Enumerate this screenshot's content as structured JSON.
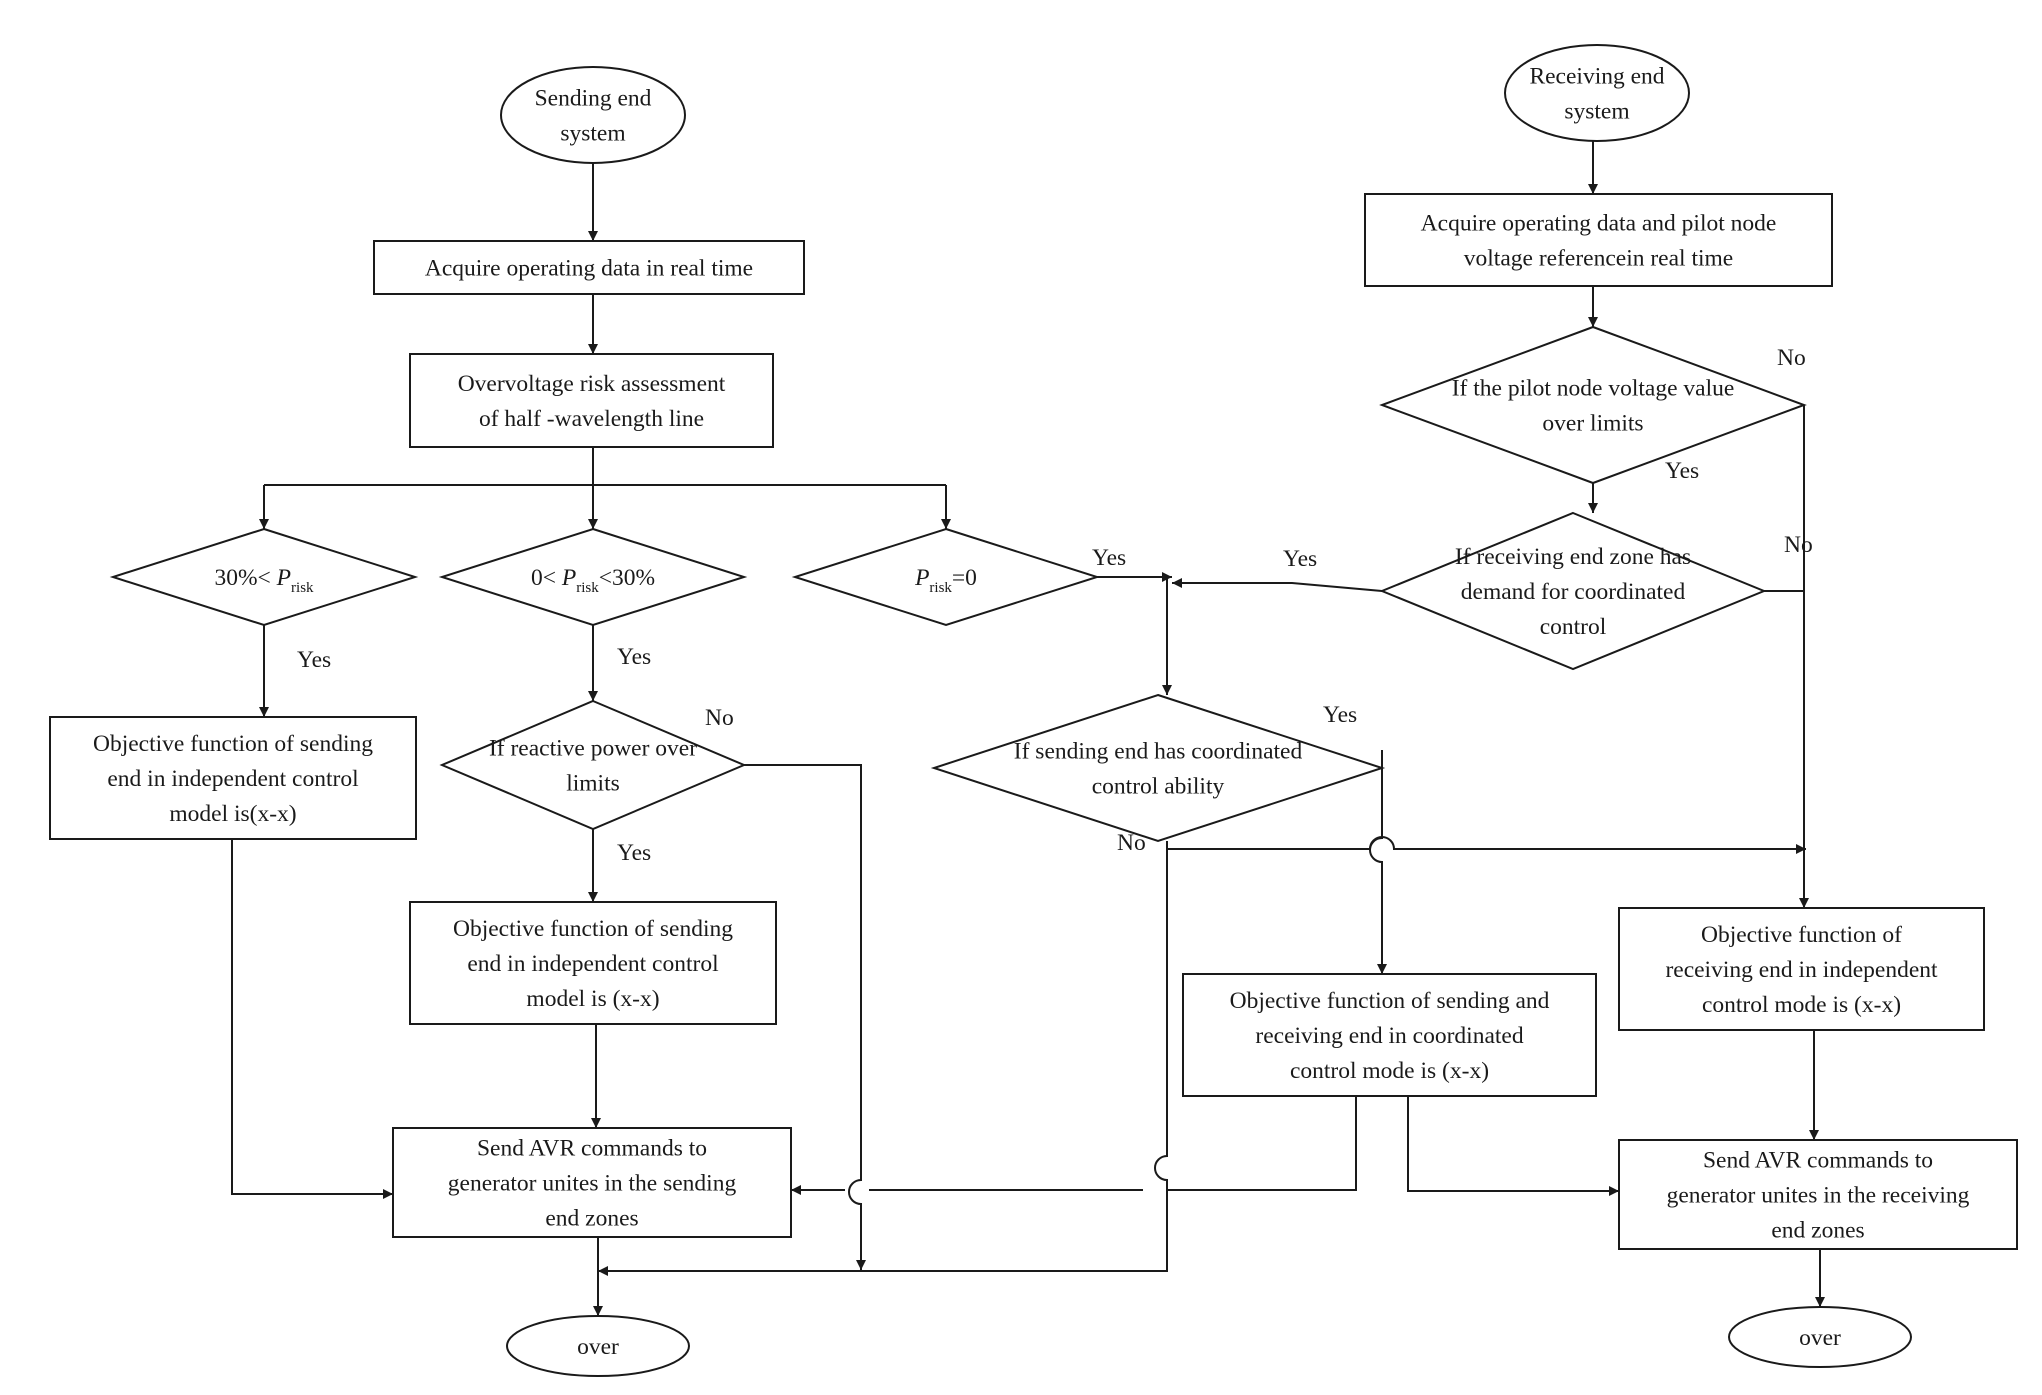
{
  "nodes": {
    "sending_start": [
      "Sending end",
      "system"
    ],
    "acquire_sending": [
      "Acquire operating data in real time"
    ],
    "overvoltage": [
      "Overvoltage risk assessment",
      "of half -wavelength line"
    ],
    "cond_high": {
      "pre": "30%< ",
      "var": "P",
      "sub": "risk",
      "post": ""
    },
    "cond_mid": {
      "pre": "0< ",
      "var": "P",
      "sub": "risk",
      "post": "<30%"
    },
    "cond_zero": {
      "pre": "",
      "var": "P",
      "sub": "risk",
      "post": "=0"
    },
    "obj_send_a": [
      "Objective function of sending",
      "end in independent control",
      "model is(x-x)"
    ],
    "reactive": [
      "If reactive power over",
      "limits"
    ],
    "obj_send_b": [
      "Objective function of sending",
      "end in independent control",
      "model is  (x-x)"
    ],
    "avr_send": [
      "Send  AVR commands to",
      "generator unites in the sending",
      "end zones"
    ],
    "over_send": [
      "over"
    ],
    "receiving_start": [
      "Receiving end",
      "system"
    ],
    "acquire_receiving": [
      "Acquire operating data and pilot node",
      "voltage referencein real time"
    ],
    "pilot": [
      "If the pilot node voltage value",
      "over limits"
    ],
    "demand": [
      "If receiving end zone has",
      "demand for coordinated",
      "control"
    ],
    "coord_ability": [
      "If sending end has coordinated",
      "control ability"
    ],
    "obj_coord": [
      "Objective function  of sending and",
      "receiving end in coordinated",
      "control mode is    (x-x)"
    ],
    "obj_recv": [
      "Objective function of",
      "receiving end in independent",
      "control mode is (x-x)"
    ],
    "avr_recv": [
      "Send  AVR commands to",
      "generator unites  in the  receiving",
      "end zones"
    ],
    "over_recv": [
      "over"
    ]
  },
  "edge_labels": {
    "high_yes": "Yes",
    "mid_yes": "Yes",
    "zero_yes": "Yes",
    "reactive_no": "No",
    "reactive_yes": "Yes",
    "pilot_no": "No",
    "pilot_yes": "Yes",
    "demand_yes": "Yes",
    "demand_no": "No",
    "ability_yes": "Yes",
    "ability_no": "No"
  }
}
